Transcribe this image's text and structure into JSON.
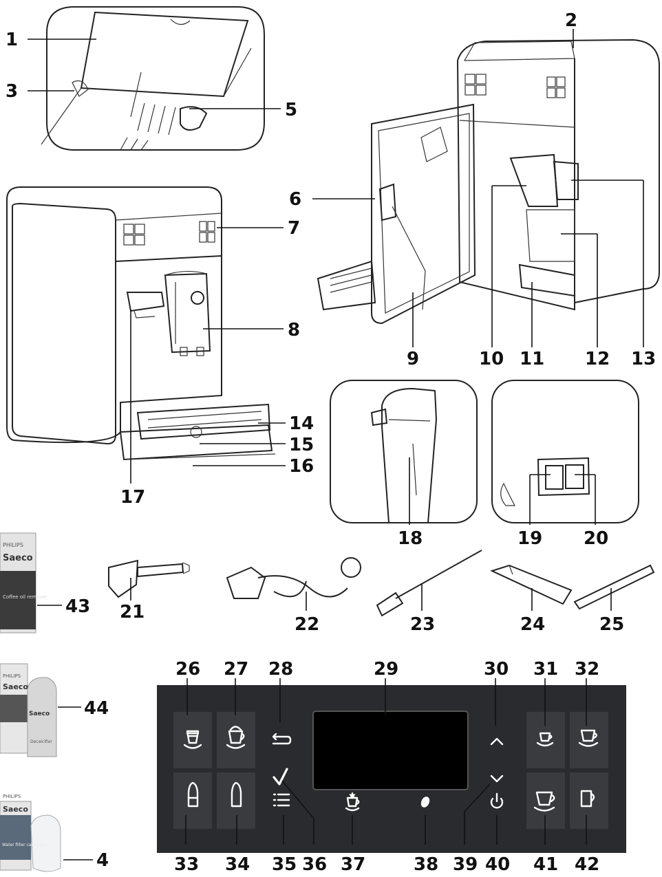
{
  "labels": [
    "1",
    "2",
    "3",
    "4",
    "5",
    "6",
    "7",
    "8",
    "9",
    "10",
    "11",
    "12",
    "13",
    "14",
    "15",
    "16",
    "17",
    "18",
    "19",
    "20",
    "21",
    "22",
    "23",
    "24",
    "25",
    "26",
    "27",
    "28",
    "29",
    "30",
    "31",
    "32",
    "33",
    "34",
    "35",
    "36",
    "37",
    "38",
    "39",
    "40",
    "41",
    "42",
    "43",
    "44"
  ],
  "packs": {
    "brand": "PHILIPS",
    "logo": "Saeco",
    "coffee_oil_remover": "Coffee oil remover",
    "decalcifier": "Decalcifier",
    "water_filter": "Water filter cartridge"
  },
  "colors": {
    "panel": "#2a2b2e",
    "button": "#3a3b3f",
    "display": "#000000",
    "icon": "#ffffff"
  },
  "icons": {
    "26": "latte-macchiato-cup-icon",
    "27": "cappuccino-cup-icon",
    "28": "back-arrow-icon",
    "29": "display-screen",
    "30": "chevron-up-icon",
    "31": "espresso-cup-icon",
    "32": "coffee-cup-icon",
    "33": "milk-carafe-icon",
    "34": "hot-milk-icon",
    "35": "menu-list-icon",
    "36": "checkmark-icon",
    "37": "favorite-drinks-icon",
    "38": "aroma-bean-icon",
    "39": "chevron-down-icon",
    "40": "power-icon",
    "41": "large-cup-icon",
    "42": "mug-icon"
  }
}
